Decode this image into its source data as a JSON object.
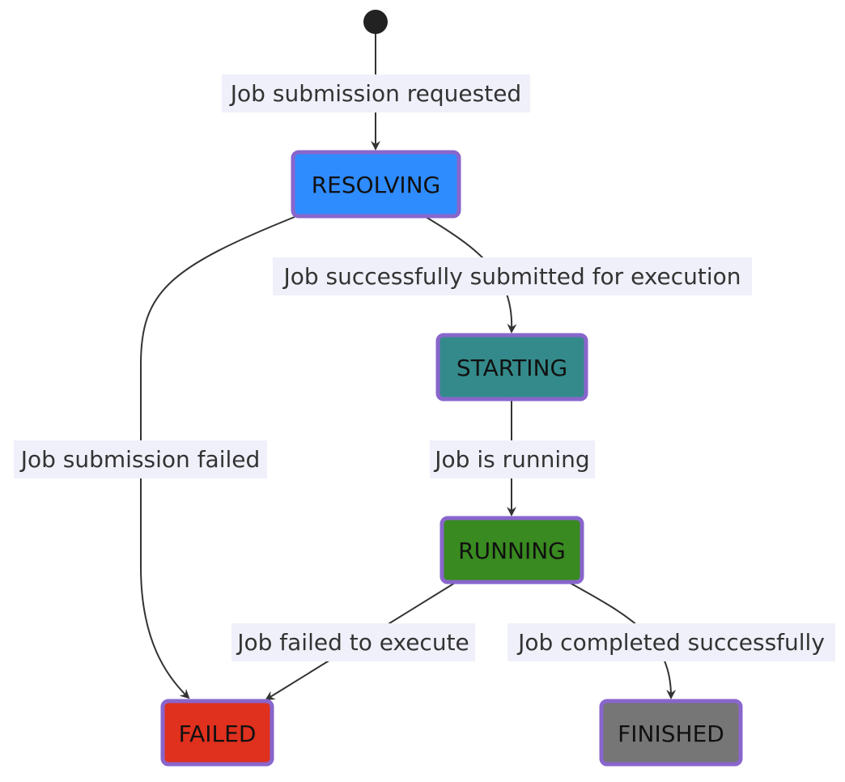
{
  "diagram": {
    "states": {
      "resolving": {
        "label": "RESOLVING",
        "fill": "#2f8cff"
      },
      "starting": {
        "label": "STARTING",
        "fill": "#348a8b"
      },
      "running": {
        "label": "RUNNING",
        "fill": "#398a20"
      },
      "failed": {
        "label": "FAILED",
        "fill": "#e0301e"
      },
      "finished": {
        "label": "FINISHED",
        "fill": "#767676"
      }
    },
    "transitions": {
      "start_to_resolving": "Job submission requested",
      "resolving_to_starting": "Job successfully submitted for execution",
      "resolving_to_failed": "Job submission failed",
      "starting_to_running": "Job is running",
      "running_to_failed": "Job failed to execute",
      "running_to_finished": "Job completed successfully"
    },
    "colors": {
      "node_border": "#8866cc",
      "edge": "#333333",
      "edge_label_background": "#f0f0fb",
      "start_dot": "#222222"
    }
  }
}
